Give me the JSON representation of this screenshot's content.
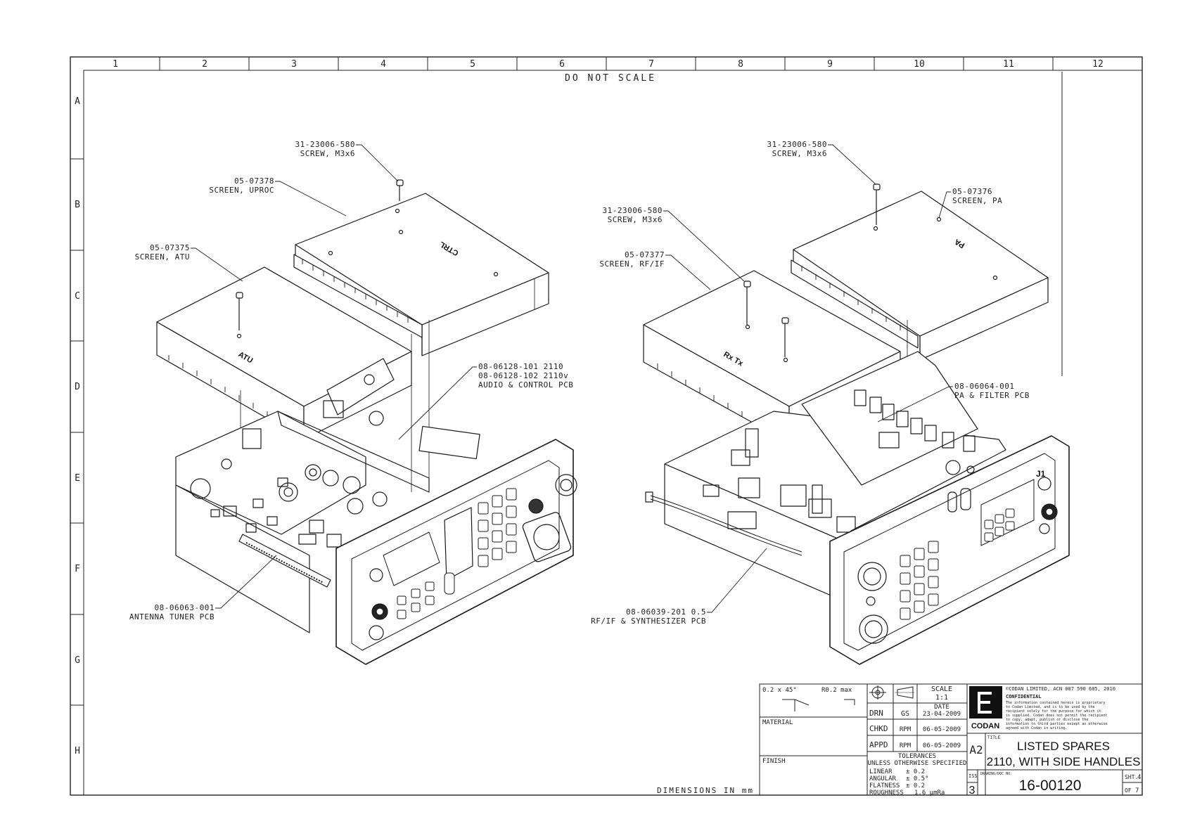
{
  "drawing": {
    "notice": "DO NOT SCALE",
    "dimensions_note": "DIMENSIONS IN mm",
    "grid": {
      "columns": [
        "1",
        "2",
        "3",
        "4",
        "5",
        "6",
        "7",
        "8",
        "9",
        "10",
        "11",
        "12"
      ],
      "rows": [
        "A",
        "B",
        "C",
        "D",
        "E",
        "F",
        "G",
        "H"
      ]
    }
  },
  "callouts": {
    "left": [
      {
        "part": "31-23006-580",
        "desc": "SCREW, M3x6"
      },
      {
        "part": "05-07378",
        "desc": "SCREEN, UPROC"
      },
      {
        "part": "05-07375",
        "desc": "SCREEN, ATU"
      },
      {
        "part1": "08-06128-101 2110",
        "part2": "08-06128-102 2110v",
        "desc": "AUDIO & CONTROL PCB"
      },
      {
        "part": "08-06063-001",
        "desc": "ANTENNA TUNER PCB"
      }
    ],
    "right": [
      {
        "part": "31-23006-580",
        "desc": "SCREW, M3x6"
      },
      {
        "part": "05-07376",
        "desc": "SCREEN, PA"
      },
      {
        "part": "31-23006-580",
        "desc": "SCREW, M3x6"
      },
      {
        "part": "05-07377",
        "desc": "SCREEN, RF/IF"
      },
      {
        "part": "08-06064-001",
        "desc": "PA & FILTER PCB"
      },
      {
        "part": "08-06039-201  0.5",
        "desc": "RF/IF & SYNTHESIZER PCB"
      }
    ]
  },
  "panel_labels": {
    "ctrl": "CTRL",
    "atu": "ATU",
    "pa": "PA",
    "rxtx": "Rx Tx",
    "j1": "J1"
  },
  "title_block": {
    "edge_break": "0.2 x 45°",
    "radius": "R0.2 max",
    "material_label": "MATERIAL",
    "finish_label": "FINISH",
    "scale_label": "SCALE",
    "scale_value": "1:1",
    "date_label": "DATE",
    "rows": [
      {
        "role": "DRN",
        "initials": "GS",
        "date": "23-04-2009"
      },
      {
        "role": "CHKD",
        "initials": "RPM",
        "date": "06-05-2009"
      },
      {
        "role": "APPD",
        "initials": "RPM",
        "date": "06-05-2009"
      }
    ],
    "tolerances_title": "TOLERANCES",
    "tolerances_sub": "UNLESS OTHERWISE SPECIFIED",
    "tolerances": [
      {
        "name": "LINEAR",
        "value": "± 0.2"
      },
      {
        "name": "ANGULAR",
        "value": "± 0.5°"
      },
      {
        "name": "FLATNESS",
        "value": "± 0.2"
      },
      {
        "name": "ROUGHNESS",
        "value": "1.6 µmRa"
      }
    ],
    "copyright": "©CODAN LIMITED, ACN 007 590 605, 2010",
    "confidential_title": "CONFIDENTIAL",
    "confidential_text": [
      "The information contained herein is proprietary",
      "to Codan Limited, and is to be used by the",
      "recipient solely for the purpose for which it",
      "is supplied. Codan does not permit the recipient",
      "to copy, adapt, publish or disclose the",
      "information to third parties except as otherwise",
      "agreed with Codan in writing."
    ],
    "company": "CODAN",
    "sheet_size": "A2",
    "title_label": "TITLE",
    "title_line1": "LISTED SPARES",
    "title_line2": "2110, WITH SIDE HANDLES",
    "issue_label": "ISS",
    "issue": "3",
    "doc_label": "DRAWING/DOC NO.",
    "doc_number": "16-00120",
    "sheet_label": "SHT.",
    "sheet_number": "4",
    "of_label": "OF",
    "sheet_total": "7"
  }
}
